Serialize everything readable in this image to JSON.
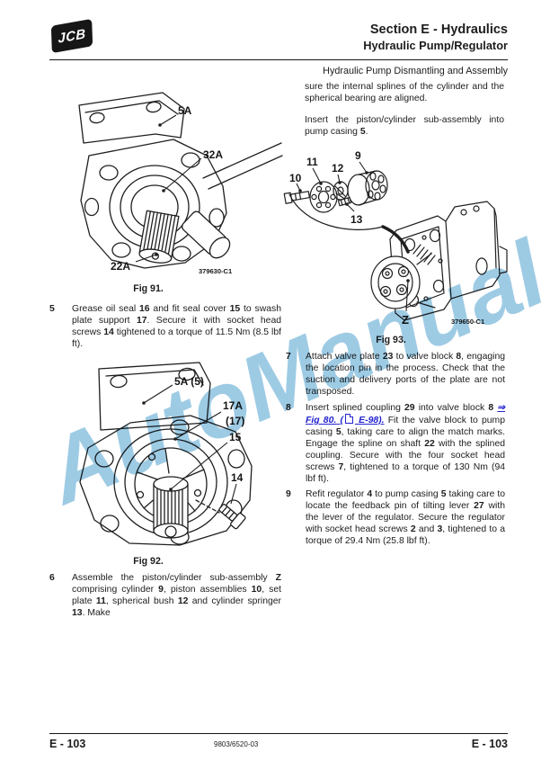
{
  "header": {
    "logo_text": "JCB",
    "title": "Section E - Hydraulics",
    "subtitle": "Hydraulic Pump/Regulator",
    "section_heading": "Hydraulic Pump Dismantling and Assembly"
  },
  "watermark": {
    "text": "AutoManual",
    "color": "#9ecbe4"
  },
  "intro": {
    "para1": [
      {
        "t": "sure the internal splines of the cylinder and the spherical bearing are aligned."
      }
    ],
    "para2": [
      {
        "t": "Insert the piston/cylinder sub-assembly into pump casing "
      },
      {
        "t": "5",
        "b": true
      },
      {
        "t": "."
      }
    ]
  },
  "figures": {
    "fig91": {
      "caption": "Fig 91.",
      "part_code": "379630-C1",
      "labels": [
        "5A",
        "32A",
        "22A"
      ]
    },
    "fig92": {
      "caption": "Fig 92.",
      "labels": [
        "5A (5)",
        "17A",
        "(17)",
        "15",
        "14"
      ]
    },
    "fig93": {
      "caption": "Fig 93.",
      "part_code": "379650-C1",
      "labels": [
        "10",
        "11",
        "12",
        "9",
        "13",
        "Z"
      ]
    }
  },
  "steps": {
    "s5": {
      "num": "5",
      "body": [
        {
          "t": "Grease oil seal "
        },
        {
          "t": "16",
          "b": true
        },
        {
          "t": " and fit seal cover "
        },
        {
          "t": "15",
          "b": true
        },
        {
          "t": " to swash plate support "
        },
        {
          "t": "17",
          "b": true
        },
        {
          "t": ". Secure it with socket head screws "
        },
        {
          "t": "14",
          "b": true
        },
        {
          "t": " tightened to a torque of 11.5 Nm (8.5 lbf ft)."
        }
      ]
    },
    "s6": {
      "num": "6",
      "body": [
        {
          "t": "Assemble the piston/cylinder sub-assembly "
        },
        {
          "t": "Z",
          "b": true
        },
        {
          "t": " comprising cylinder "
        },
        {
          "t": "9",
          "b": true
        },
        {
          "t": ", piston assemblies "
        },
        {
          "t": "10",
          "b": true
        },
        {
          "t": ", set plate "
        },
        {
          "t": "11",
          "b": true
        },
        {
          "t": ", spherical bush "
        },
        {
          "t": "12",
          "b": true
        },
        {
          "t": " and cylinder springer "
        },
        {
          "t": "13",
          "b": true
        },
        {
          "t": ". Make"
        }
      ]
    },
    "s7": {
      "num": "7",
      "body": [
        {
          "t": "Attach valve plate "
        },
        {
          "t": "23",
          "b": true
        },
        {
          "t": " to valve block "
        },
        {
          "t": "8",
          "b": true
        },
        {
          "t": ", engaging the location pin in the process. Check that the suction and delivery ports of the plate are not transposed."
        }
      ]
    },
    "s8": {
      "num": "8",
      "body": [
        {
          "t": "Insert splined coupling "
        },
        {
          "t": "29",
          "b": true
        },
        {
          "t": " into valve block "
        },
        {
          "t": "8",
          "b": true
        },
        {
          "t": " "
        },
        {
          "t": "⇒ ",
          "link": true
        },
        {
          "t": "Fig 80.",
          "link": true
        },
        {
          "t": " (",
          "link": true
        },
        {
          "icon": "page",
          "link": true
        },
        {
          "t": " E-98).",
          "link": true
        },
        {
          "t": " Fit the valve block to pump casing "
        },
        {
          "t": "5",
          "b": true
        },
        {
          "t": ", taking care to align the match marks. Engage the spline on shaft "
        },
        {
          "t": "22",
          "b": true
        },
        {
          "t": " with the splined coupling. Secure with the four socket head screws "
        },
        {
          "t": "7",
          "b": true
        },
        {
          "t": ", tightened to a torque of 130 Nm (94 lbf ft)."
        }
      ]
    },
    "s9": {
      "num": "9",
      "body": [
        {
          "t": "Refit regulator "
        },
        {
          "t": "4",
          "b": true
        },
        {
          "t": " to pump casing "
        },
        {
          "t": "5",
          "b": true
        },
        {
          "t": " taking care to locate the feedback pin of tilting lever "
        },
        {
          "t": "27",
          "b": true
        },
        {
          "t": " with the lever of the regulator. Secure the regulator with socket head screws "
        },
        {
          "t": "2",
          "b": true
        },
        {
          "t": " and "
        },
        {
          "t": "3",
          "b": true
        },
        {
          "t": ", tightened to a torque of 29.4 Nm (25.8 lbf ft)."
        }
      ]
    }
  },
  "footer": {
    "left": "E - 103",
    "doc_code": "9803/6520-03",
    "right": "E - 103"
  }
}
